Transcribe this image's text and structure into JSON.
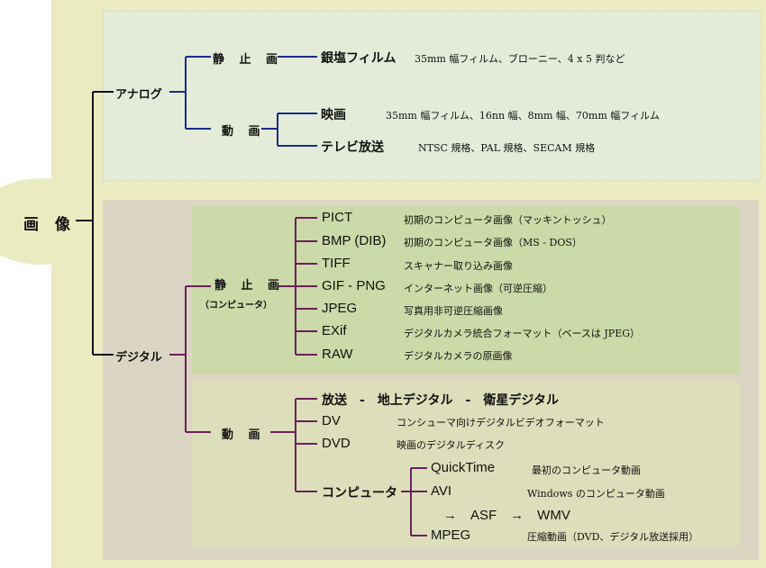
{
  "root": "画 像",
  "analog": {
    "label": "アナログ",
    "still": {
      "label": "静 止 画",
      "items": [
        {
          "name": "銀塩フィルム",
          "desc": "35mm 幅フィルム、ブローニー、4 x 5 判など"
        }
      ]
    },
    "motion": {
      "label": "動 画",
      "items": [
        {
          "name": "映画",
          "desc": "35mm 幅フィルム、16nn 幅、8mm 幅、70mm 幅フィルム"
        },
        {
          "name": "テレビ放送",
          "desc": "NTSC 規格、PAL 規格、SECAM 規格"
        }
      ]
    }
  },
  "digital": {
    "label": "デジタル",
    "still": {
      "label": "静 止 画",
      "sublabel": "（コンピュータ）",
      "items": [
        {
          "name": "PICT",
          "desc": "初期のコンピュータ画像（マッキントッシュ）"
        },
        {
          "name": "BMP (DIB)",
          "desc": "初期のコンピュータ画像（MS - DOS）"
        },
        {
          "name": "TIFF",
          "desc": "スキャナー取り込み画像"
        },
        {
          "name": "GIF - PNG",
          "desc": "インターネット画像（可逆圧縮）"
        },
        {
          "name": "JPEG",
          "desc": "写真用非可逆圧縮画像"
        },
        {
          "name": "EXif",
          "desc": "デジタルカメラ統合フォーマット（ベースは JPEG）"
        },
        {
          "name": "RAW",
          "desc": "デジタルカメラの原画像"
        }
      ]
    },
    "motion": {
      "label": "動 画",
      "broadcast": "放送　-　地上デジタル　-　衛星デジタル",
      "items": [
        {
          "name": "DV",
          "desc": "コンシューマ向けデジタルビデオフォーマット"
        },
        {
          "name": "DVD",
          "desc": "映画のデジタルディスク"
        }
      ],
      "computer": {
        "label": "コンピュータ",
        "items": [
          {
            "name": "QuickTime",
            "desc": "最初のコンピュータ動画"
          },
          {
            "name": "AVI",
            "desc": "Windows のコンピュータ動画"
          },
          {
            "name": "→　ASF　→　WMV",
            "desc": ""
          },
          {
            "name": "MPEG",
            "desc": "圧縮動画（DVD、デジタル放送採用）"
          }
        ]
      }
    }
  },
  "colors": {
    "outer_bg": "#ebebc1",
    "analog_panel": "#e4ecd9",
    "analog_lines": "#1a2a8c",
    "digital_outer": "#dad6c3",
    "digital_still_panel": "#ccd9a8",
    "digital_motion_panel": "#dcdfba",
    "digital_lines": "#6a1f5c",
    "trunk_lines": "#111111"
  }
}
